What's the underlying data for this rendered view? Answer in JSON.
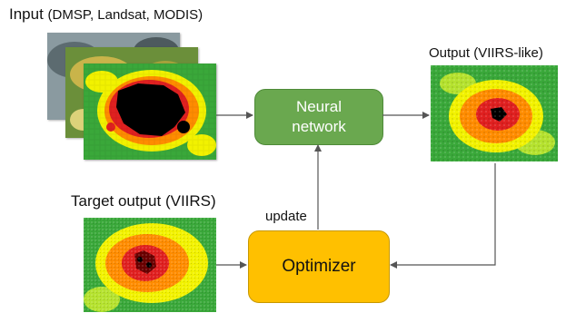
{
  "input": {
    "label_main": "Input",
    "label_sources": "(DMSP, Landsat, MODIS)"
  },
  "output": {
    "label": "Output (VIIRS-like)"
  },
  "target": {
    "label": "Target output (VIIRS)"
  },
  "neural_network": {
    "line1": "Neural",
    "line2": "network",
    "fill": "#6aa84f",
    "border": "#4e8a38"
  },
  "optimizer": {
    "label": "Optimizer",
    "fill": "#ffc000",
    "border": "#c79800"
  },
  "edges": {
    "update_label": "update"
  },
  "colors": {
    "arrow": "#555555",
    "heat_low": "#3aa83a",
    "heat_mid": "#f2f200",
    "heat_high": "#ff8c00",
    "heat_peak": "#e02020",
    "heat_core": "#000000",
    "landsat": "#6b8f3a",
    "dmsp": "#8a9aa0"
  }
}
